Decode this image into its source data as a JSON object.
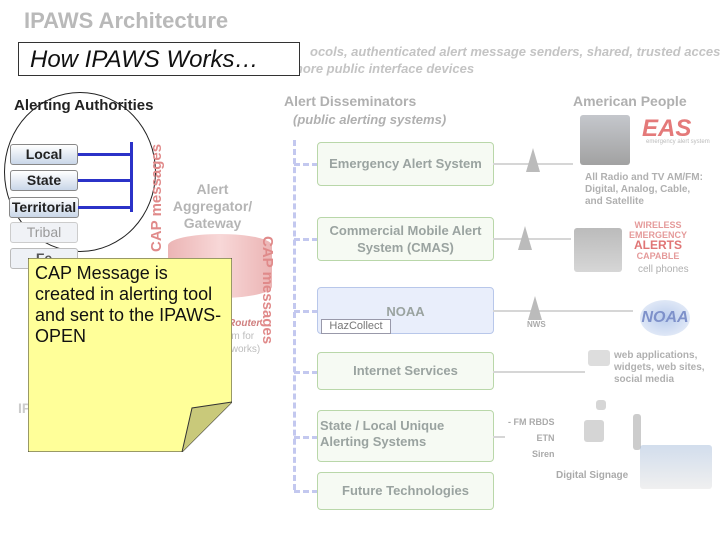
{
  "header": {
    "title": "IPAWS Architecture",
    "subtitle_line1": "ocols, authenticated alert message senders, shared, trusted access",
    "subtitle_line2": "& distribution networks, alerts delivered to more public interface devices",
    "how_title": "How IPAWS Works…"
  },
  "authorities": {
    "heading": "Alerting Authorities",
    "items": [
      "Local",
      "State",
      "Territorial",
      "Tribal",
      "Fe"
    ]
  },
  "cap_labels": {
    "left": "CAP messages",
    "right": "CAP messages"
  },
  "aggregator": {
    "label": "Alert Aggregator/ Gateway",
    "router_bold": "Router",
    "router_line2": "rm for",
    "router_line3": "tworks)"
  },
  "disseminators": {
    "heading": "Alert Disseminators",
    "subheading": "(public alerting systems)",
    "eas": "Emergency Alert System",
    "cmas": "Commercial Mobile Alert System (CMAS)",
    "noaa": "NOAA",
    "hazcollect": "HazCollect",
    "internet": "Internet Services",
    "state": "State / Local Unique Alerting Systems",
    "future": "Future Technologies",
    "nws": "NWS"
  },
  "people": {
    "heading": "American People",
    "eas_logo": "EAS",
    "eas_small": "emergency alert system",
    "radio": "All Radio and TV AM/FM: Digital, Analog, Cable, and Satellite",
    "wea_line1": "WIRELESS",
    "wea_line2": "EMERGENCY",
    "wea_line3": "ALERTS",
    "wea_line4": "CAPABLE",
    "cellphones": "cell phones",
    "noaa_logo": "NOAA",
    "web": "web applications, widgets, web sites, social media",
    "fm_rbds": "- FM RBDS",
    "etn": "ETN",
    "siren": "Siren",
    "digital_signage": "Digital Signage"
  },
  "note": {
    "text": "CAP Message is created in alerting tool and sent to the IPAWS-OPEN"
  },
  "faded_left": "IP"
}
